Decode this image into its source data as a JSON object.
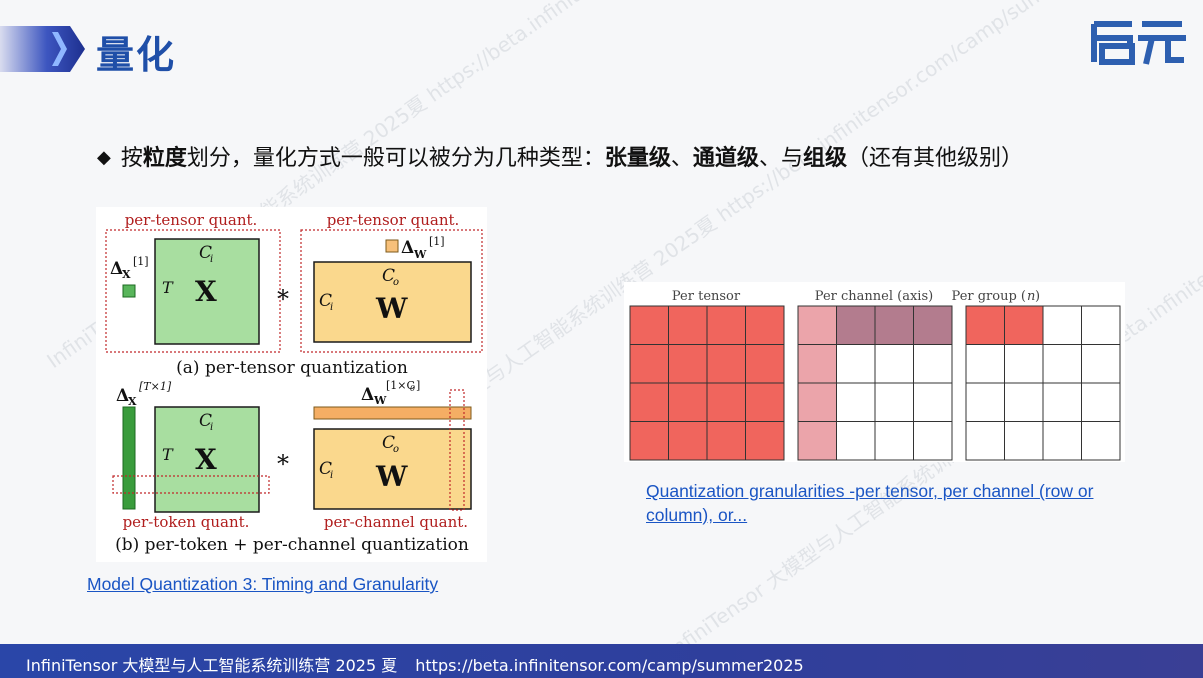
{
  "title": "量化",
  "bullet": {
    "prefix": "按",
    "bold1": "粒度",
    "mid": "划分，量化方式一般可以被分为几种类型：",
    "bold2": "张量级",
    "sep1": "、",
    "bold3": "通道级",
    "sep2": "、与",
    "bold4": "组级",
    "suffix": "（还有其他级别）"
  },
  "figure_left": {
    "label_per_tensor_1": "per-tensor quant.",
    "label_per_tensor_2": "per-tensor quant.",
    "delta_x": "Δ",
    "delta_x_sub": "X",
    "delta_x_sup": "[1]",
    "delta_w": "Δ",
    "delta_w_sub": "W",
    "delta_w_sup": "[1]",
    "ci": "C",
    "ci_sub": "i",
    "co": "C",
    "co_sub": "o",
    "t": "T",
    "x": "X",
    "w": "W",
    "star": "*",
    "caption_a": "(a) per-tensor quantization",
    "delta_x2_sup": "[T×1]",
    "delta_w2_sup": "[1×C",
    "delta_w2_sup_sub": "0",
    "delta_w2_sup_end": "]",
    "label_per_token": "per-token quant.",
    "label_per_channel": "per-channel quant.",
    "caption_b": "(b) per-token + per-channel quantization"
  },
  "figure_right": {
    "panel_titles": [
      "Per tensor",
      "Per channel (axis)",
      "Per group ("
    ],
    "group_n": "n",
    "group_close": ")",
    "colors": {
      "red": "#f0655d",
      "pink": "#eba4aa",
      "mauve": "#b37c8e",
      "white": "#ffffff",
      "grid": "#333333"
    }
  },
  "link_left": "Model Quantization 3: Timing and Granularity",
  "link_right": "Quantization granularities -per tensor, per channel (row or column), or...",
  "footer": {
    "text": "InfiniTensor 大模型与人工智能系统训练营 2025 夏",
    "url": "https://beta.infinitensor.com/camp/summer2025"
  },
  "watermarks": [
    "InfiniTensor 大模型与人工智能系统训练营 2025夏 https://beta.infinitensor.com/camp/summer2025",
    "InfiniTensor 大模型与人工智能系统训练营 2025夏 https://beta.infinitensor.com/camp/summer2025",
    "InfiniTensor 大模型与人工智能系统训练营 2025夏 https://beta.infinitensor.com/camp/summer2025"
  ]
}
